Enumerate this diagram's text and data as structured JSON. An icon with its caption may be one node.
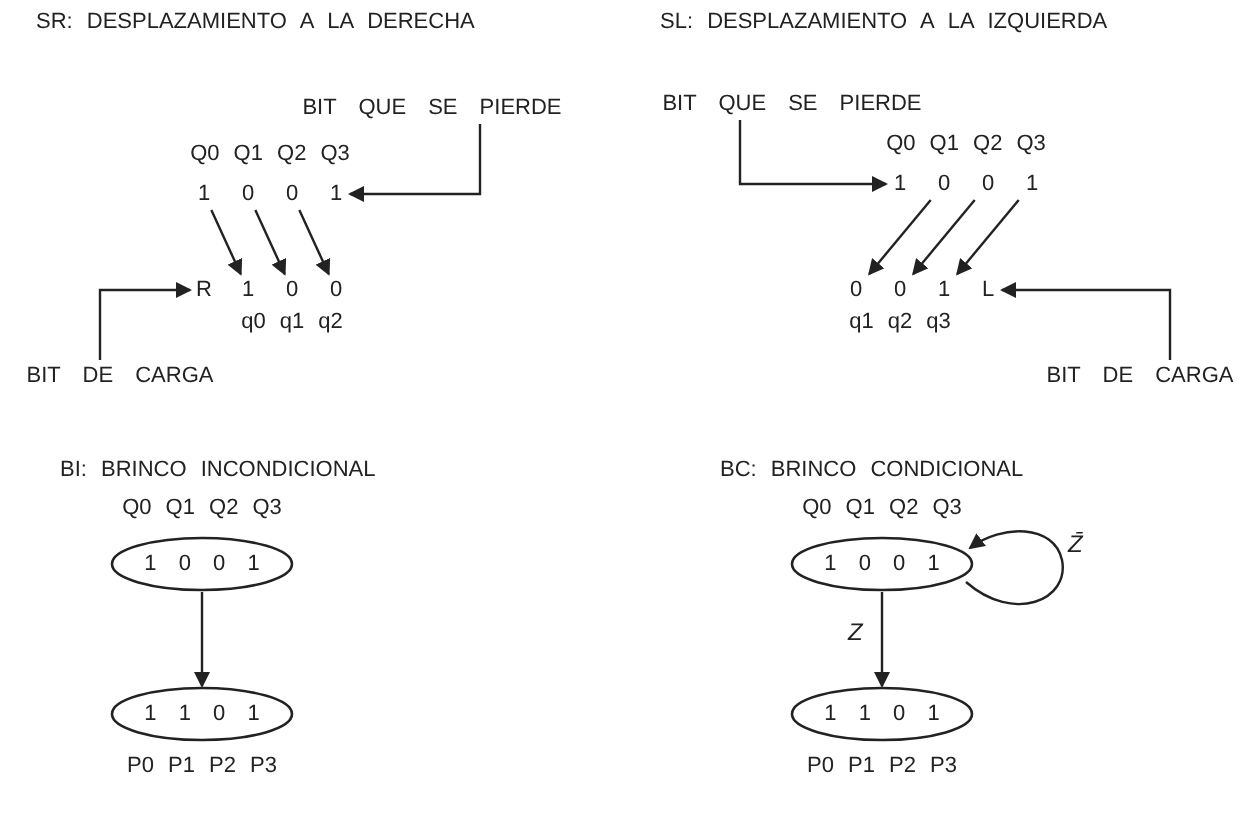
{
  "diagram": {
    "nodes": [
      {
        "text": [
          "BIT QUE SE PIERDE"
        ]
      },
      {
        "text": [
          "1"
        ]
      },
      {
        "text": [
          "0"
        ]
      },
      {
        "text": [
          "0"
        ]
      },
      {
        "text": [
          "1"
        ]
      },
      {
        "text": [
          "R"
        ]
      },
      {
        "text": [
          "1"
        ]
      },
      {
        "text": [
          "0"
        ]
      },
      {
        "text": [
          "0"
        ]
      },
      {
        "text": [
          "BIT DE CARGA"
        ]
      },
      {
        "text": [
          "BIT QUE SE PIERDE"
        ]
      },
      {
        "text": [
          "1"
        ]
      },
      {
        "text": [
          "0"
        ]
      },
      {
        "text": [
          "0"
        ]
      },
      {
        "text": [
          "1"
        ]
      },
      {
        "text": [
          "0"
        ]
      },
      {
        "text": [
          "0"
        ]
      },
      {
        "text": [
          "1"
        ]
      },
      {
        "text": [
          "L"
        ]
      },
      {
        "text": [
          "BIT DE CARGA"
        ]
      },
      {
        "text": [
          "1 0 0 1"
        ],
        "beside": [
          "Q0 Q1 Q2 Q3"
        ]
      },
      {
        "text": [
          "1 1 0 1"
        ],
        "beside": [
          "P0 P1 P2 P3"
        ]
      },
      {
        "text": [
          "1 0 0 1"
        ],
        "beside": [
          "Q0 Q1 Q2 Q3"
        ]
      },
      {
        "text": [
          "1 1 0 1"
        ],
        "beside": [
          "P0 P1 P2 P3"
        ]
      }
    ],
    "edges": [
      {
        "from": 0,
        "to": 4,
        "arrow": "to"
      },
      {
        "from": 1,
        "to": 6,
        "arrow": "to"
      },
      {
        "from": 2,
        "to": 7,
        "arrow": "to"
      },
      {
        "from": 3,
        "to": 8,
        "arrow": "to"
      },
      {
        "from": 9,
        "to": 5,
        "arrow": "to"
      },
      {
        "from": 10,
        "to": 11,
        "arrow": "to"
      },
      {
        "from": 12,
        "to": 15,
        "arrow": "to"
      },
      {
        "from": 13,
        "to": 16,
        "arrow": "to"
      },
      {
        "from": 14,
        "to": 17,
        "arrow": "to"
      },
      {
        "from": 19,
        "to": 18,
        "arrow": "to"
      },
      {
        "from": 20,
        "to": 21,
        "arrow": "to"
      },
      {
        "from": 22,
        "to": 23,
        "arrow": "to",
        "label": "Z"
      },
      {
        "from": 22,
        "to": 22,
        "arrow": "to",
        "label": "Z̄"
      }
    ],
    "labels": [
      "SR: DESPLAZAMIENTO A LA DERECHA",
      "SL: DESPLAZAMIENTO A LA IZQUIERDA",
      "Q0 Q1 Q2 Q3",
      "Q0 Q1 Q2 Q3",
      "q0 q1 q2",
      "q1 q2 q3",
      "BI: BRINCO INCONDICIONAL",
      "BC: BRINCO CONDICIONAL"
    ]
  }
}
